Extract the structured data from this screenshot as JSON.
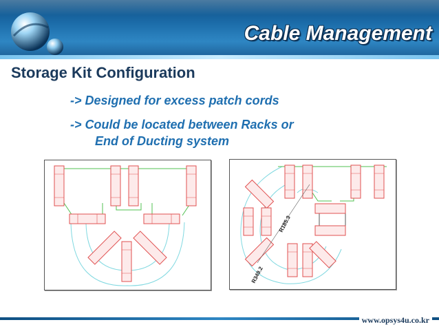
{
  "header": {
    "title": "Cable Management"
  },
  "content": {
    "heading": "Storage Kit Configuration",
    "bullets": [
      "-> Designed for excess patch cords",
      "-> Could be located between Racks or",
      "End of Ducting system"
    ]
  },
  "diagram_right": {
    "labels": [
      "R185.3",
      "R349.2"
    ]
  },
  "footer": {
    "website": "www.opsys4u.co.kr"
  },
  "colors": {
    "header_blue": "#1b6ba8",
    "title_text": "#ffffff",
    "heading_text": "#1b3a5c",
    "bullet_text": "#1f6fb0",
    "rack_red": "#e05050",
    "arc_cyan": "#7fd8e0",
    "link_green": "#50c050"
  }
}
